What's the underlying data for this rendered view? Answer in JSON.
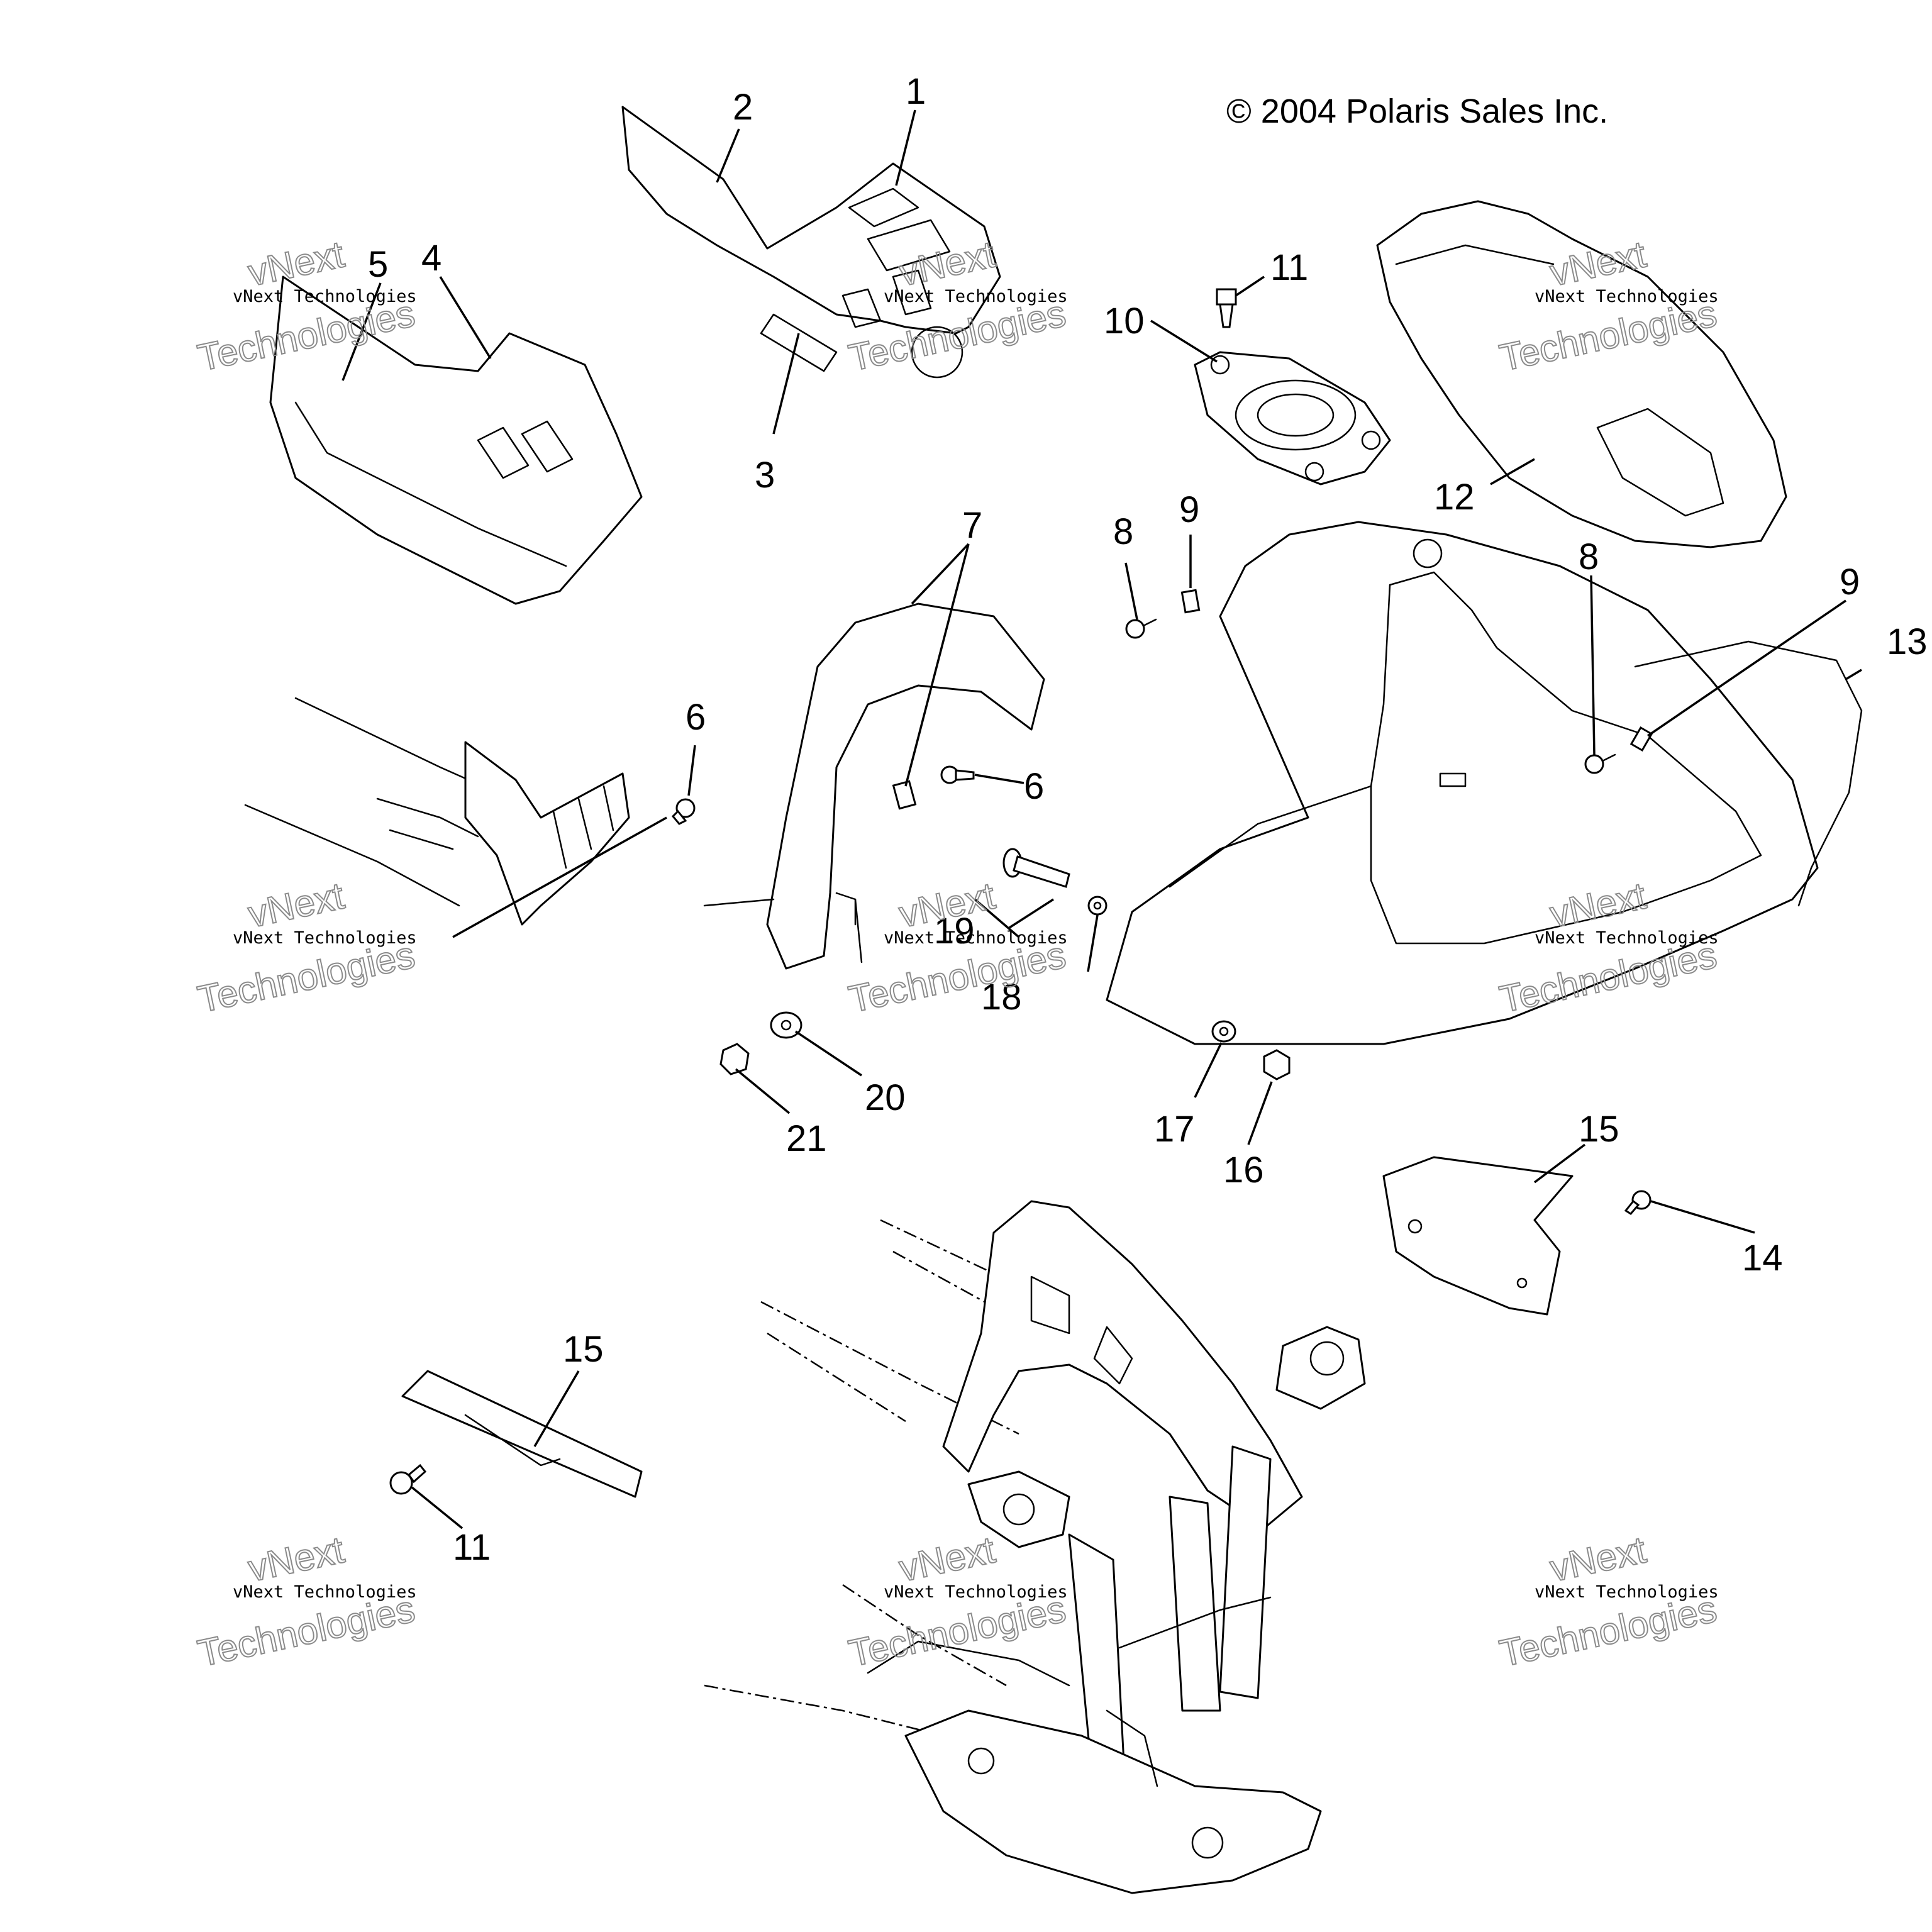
{
  "diagram": {
    "copyright": "© 2004 Polaris Sales Inc.",
    "callouts": [
      "1",
      "2",
      "3",
      "4",
      "5",
      "6",
      "6",
      "7",
      "8",
      "8",
      "9",
      "9",
      "10",
      "11",
      "11",
      "12",
      "13",
      "14",
      "15",
      "15",
      "16",
      "17",
      "18",
      "19",
      "20",
      "21"
    ],
    "watermark": {
      "small": "vNext Technologies",
      "big_top": "vNext",
      "big_bottom": "Technologies"
    },
    "colors": {
      "line": "#000000",
      "background": "#ffffff",
      "watermark_outline": "#8a8a8a"
    }
  }
}
